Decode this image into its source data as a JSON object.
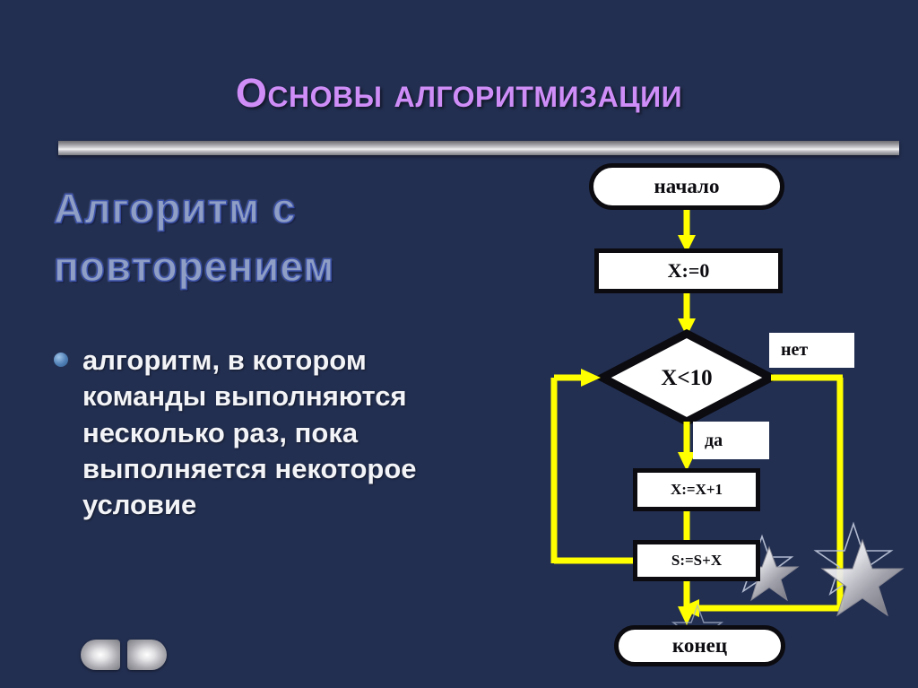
{
  "slide": {
    "title": "Основы алгоритмизации",
    "background_color": "#232f51",
    "title_color": "#cf8df8",
    "accent_color": "#ffff00"
  },
  "wordart": {
    "line1": "Алгоритм с",
    "line2": "повторением"
  },
  "body": {
    "bullet_text": "алгоритм, в котором команды выполняются несколько раз, пока выполняется некоторое условие"
  },
  "flowchart": {
    "type": "flowchart",
    "nodes": [
      {
        "id": "start",
        "shape": "terminal",
        "label": "начало"
      },
      {
        "id": "init",
        "shape": "process",
        "label": "X:=0"
      },
      {
        "id": "cond",
        "shape": "decision",
        "label": "X<10"
      },
      {
        "id": "incr",
        "shape": "process",
        "label": "X:=X+1"
      },
      {
        "id": "sum",
        "shape": "process",
        "label": "S:=S+X"
      },
      {
        "id": "end",
        "shape": "terminal",
        "label": "конец"
      }
    ],
    "branch_labels": {
      "no": "нет",
      "yes": "да"
    },
    "edges": [
      {
        "from": "start",
        "to": "init"
      },
      {
        "from": "init",
        "to": "cond"
      },
      {
        "from": "cond",
        "to": "incr",
        "label": "да"
      },
      {
        "from": "incr",
        "to": "sum"
      },
      {
        "from": "sum",
        "to": "cond",
        "loop": true
      },
      {
        "from": "cond",
        "to": "end",
        "label": "нет"
      }
    ],
    "arrow_color": "#ffff00",
    "node_fill": "#ffffff",
    "node_border": "#0b0b10"
  },
  "nav": {
    "prev_label": "",
    "next_label": ""
  }
}
